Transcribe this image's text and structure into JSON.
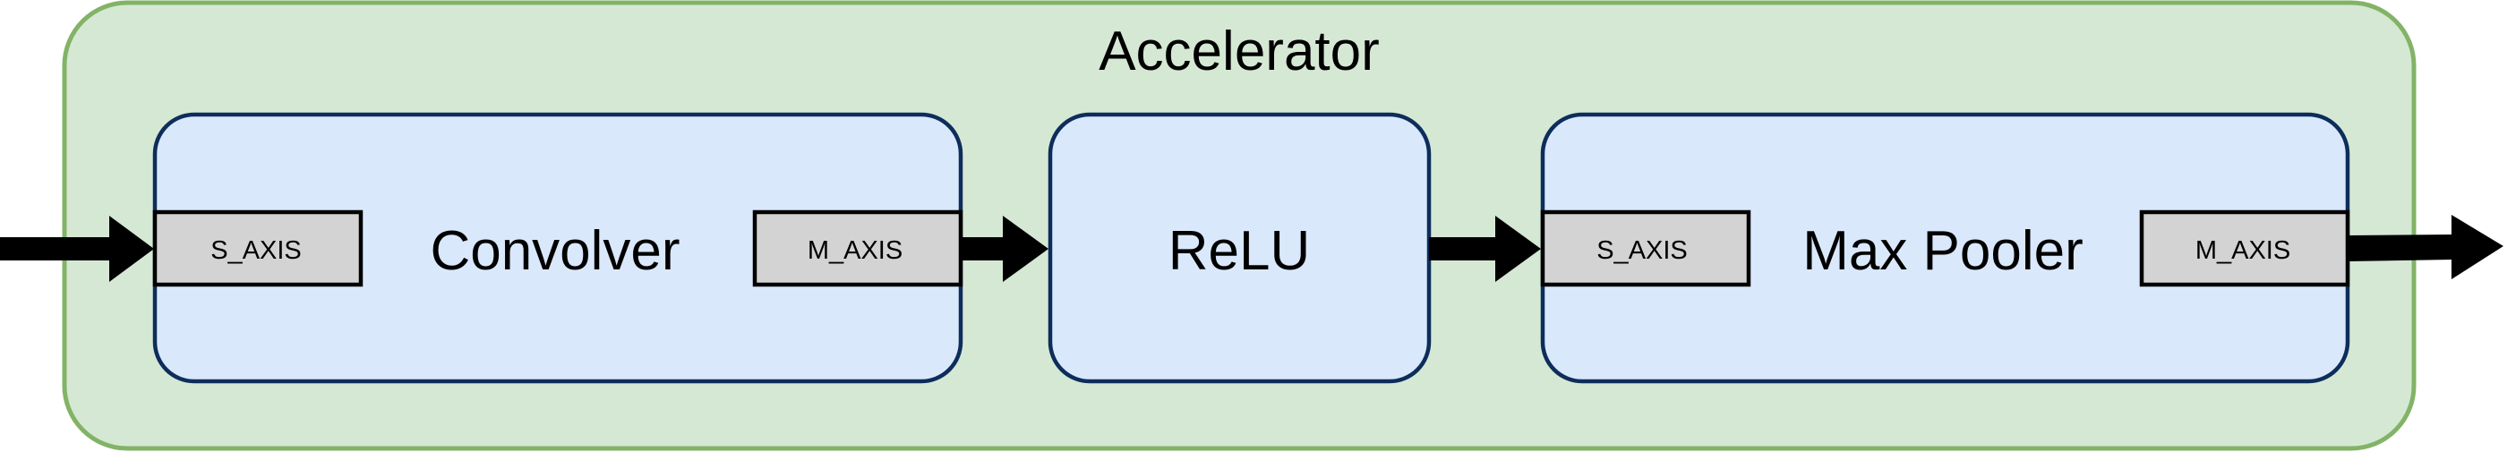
{
  "diagram": {
    "container": {
      "label": "Accelerator",
      "fill": "#d5e8d4",
      "stroke": "#82b366"
    },
    "blocks": {
      "convolver": {
        "label": "Convolver",
        "in_port": "S_AXIS",
        "out_port": "M_AXIS"
      },
      "relu": {
        "label": "ReLU"
      },
      "max_pooler": {
        "label": "Max Pooler",
        "in_port": "S_AXIS",
        "out_port": "M_AXIS"
      }
    },
    "colors": {
      "block_fill": "#dae8fc",
      "block_stroke": "#0d2d5a",
      "port_fill": "#d3d3d3",
      "port_stroke": "#000000",
      "arrow": "#000000"
    }
  }
}
